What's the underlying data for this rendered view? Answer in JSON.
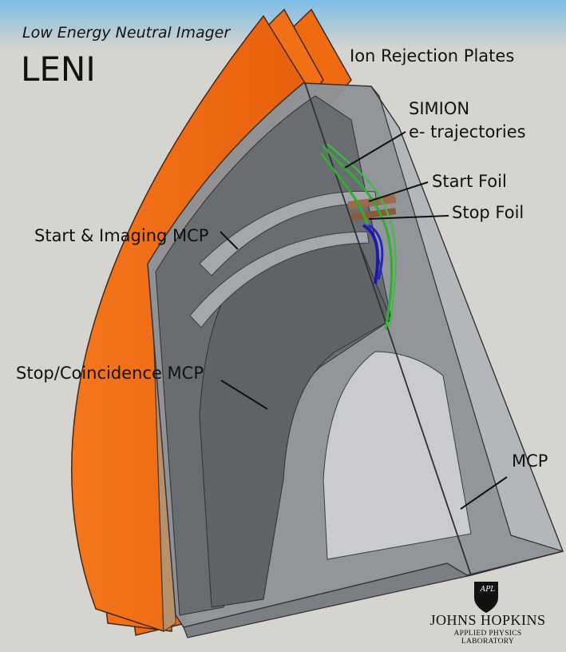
{
  "header": {
    "subtitle": "Low Energy Neutral Imager",
    "title": "LENI"
  },
  "labels": {
    "ion_rejection_plates": "Ion Rejection Plates",
    "simion_line1": "SIMION",
    "simion_line2": "e- trajectories",
    "start_foil": "Start Foil",
    "stop_foil": "Stop Foil",
    "start_imaging_mcp": "Start & Imaging MCP",
    "stop_coincidence_mcp": "Stop/Coincidence MCP",
    "mcp": "MCP"
  },
  "logo": {
    "badge": "APL",
    "name": "JOHNS HOPKINS",
    "subname": "APPLIED PHYSICS LABORATORY"
  },
  "colors": {
    "background": "#d6d4cf",
    "sky_top": "#8cc4e8",
    "ion_plates": "#f06a12",
    "housing_gray": "#6f7378",
    "copper_layer": "#b8906a",
    "trajectories_green": "#2fae2f",
    "trajectories_blue": "#1a1aa6"
  }
}
